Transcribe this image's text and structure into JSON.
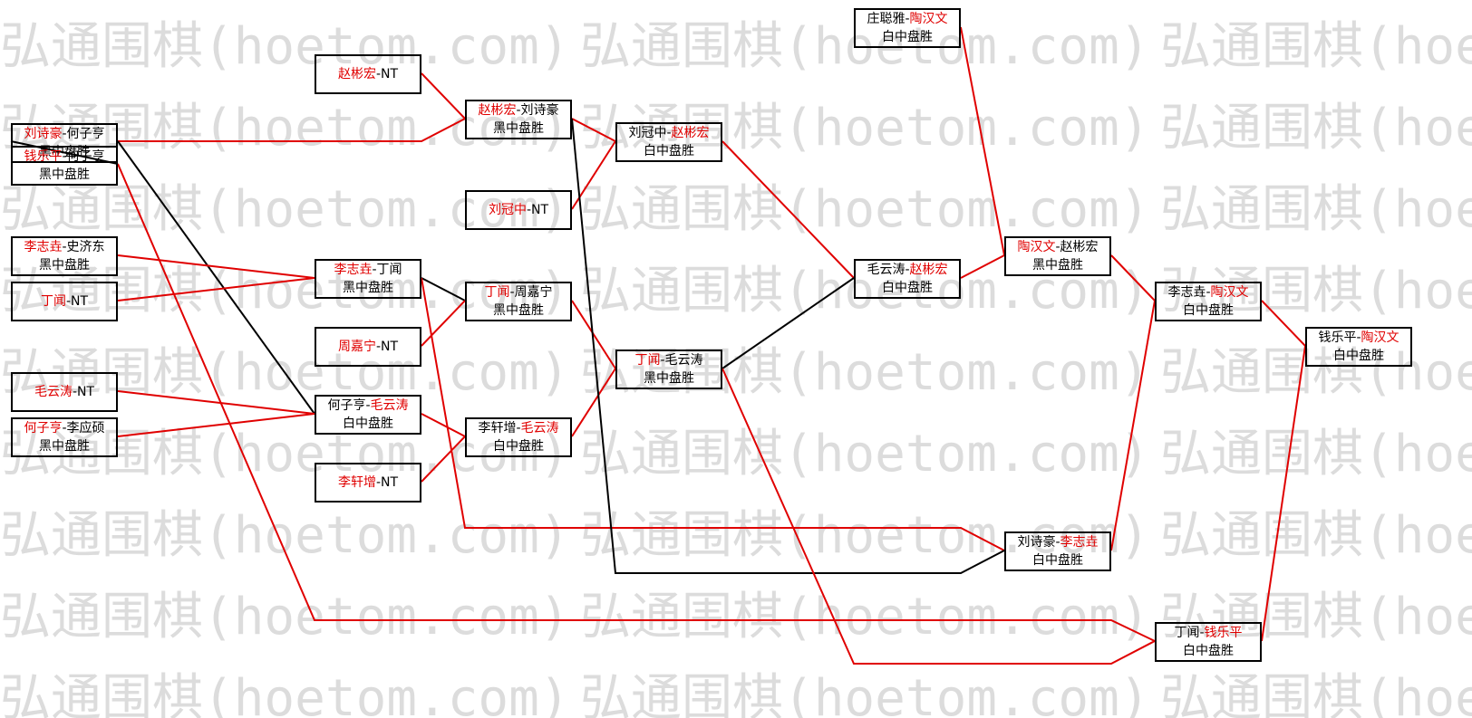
{
  "watermark_text": "弘通围棋(hoetom.com)",
  "colors": {
    "winner": "#e00000",
    "line_red": "#e00000",
    "line_black": "#000000",
    "watermark": "#dcdcdc"
  },
  "matches": [
    {
      "id": "r1-1",
      "a": "刘诗豪",
      "b": "何子亨",
      "winner": "a",
      "result": "黑中盘胜"
    },
    {
      "id": "r1-2",
      "a": "钱乐平",
      "b": "何子亨",
      "winner": "a",
      "result": "黑中盘胜"
    },
    {
      "id": "r1-3",
      "a": "李志垚",
      "b": "史济东",
      "winner": "a",
      "result": "黑中盘胜"
    },
    {
      "id": "r1-4",
      "a": "丁闻",
      "b": "NT",
      "winner": "a",
      "result": ""
    },
    {
      "id": "r1-5",
      "a": "毛云涛",
      "b": "NT",
      "winner": "a",
      "result": ""
    },
    {
      "id": "r1-6",
      "a": "何子亨",
      "b": "李应硕",
      "winner": "a",
      "result": "黑中盘胜"
    },
    {
      "id": "r2-1",
      "a": "赵彬宏",
      "b": "NT",
      "winner": "a",
      "result": ""
    },
    {
      "id": "r2-2",
      "a": "李志垚",
      "b": "丁闻",
      "winner": "a",
      "result": "黑中盘胜"
    },
    {
      "id": "r2-3",
      "a": "周嘉宁",
      "b": "NT",
      "winner": "a",
      "result": ""
    },
    {
      "id": "r2-4",
      "a": "何子亨",
      "b": "毛云涛",
      "winner": "b",
      "result": "白中盘胜"
    },
    {
      "id": "r2-5",
      "a": "李轩增",
      "b": "NT",
      "winner": "a",
      "result": ""
    },
    {
      "id": "r3-1",
      "a": "赵彬宏",
      "b": "刘诗豪",
      "winner": "a",
      "result": "黑中盘胜"
    },
    {
      "id": "r3-2",
      "a": "刘冠中",
      "b": "NT",
      "winner": "a",
      "result": ""
    },
    {
      "id": "r3-3",
      "a": "丁闻",
      "b": "周嘉宁",
      "winner": "a",
      "result": "黑中盘胜"
    },
    {
      "id": "r3-4",
      "a": "李轩增",
      "b": "毛云涛",
      "winner": "b",
      "result": "白中盘胜"
    },
    {
      "id": "r4-1",
      "a": "刘冠中",
      "b": "赵彬宏",
      "winner": "b",
      "result": "白中盘胜"
    },
    {
      "id": "r4-2",
      "a": "丁闻",
      "b": "毛云涛",
      "winner": "a",
      "result": "黑中盘胜"
    },
    {
      "id": "r5-1",
      "a": "庄聪雅",
      "b": "陶汉文",
      "winner": "b",
      "result": "白中盘胜"
    },
    {
      "id": "r5-2",
      "a": "毛云涛",
      "b": "赵彬宏",
      "winner": "b",
      "result": "白中盘胜"
    },
    {
      "id": "r6-1",
      "a": "陶汉文",
      "b": "赵彬宏",
      "winner": "a",
      "result": "黑中盘胜"
    },
    {
      "id": "r6-2",
      "a": "刘诗豪",
      "b": "李志垚",
      "winner": "b",
      "result": "白中盘胜"
    },
    {
      "id": "r7-1",
      "a": "李志垚",
      "b": "陶汉文",
      "winner": "b",
      "result": "白中盘胜"
    },
    {
      "id": "r7-2",
      "a": "丁闻",
      "b": "钱乐平",
      "winner": "b",
      "result": "白中盘胜"
    },
    {
      "id": "final",
      "a": "钱乐平",
      "b": "陶汉文",
      "winner": "b",
      "result": "白中盘胜"
    }
  ]
}
